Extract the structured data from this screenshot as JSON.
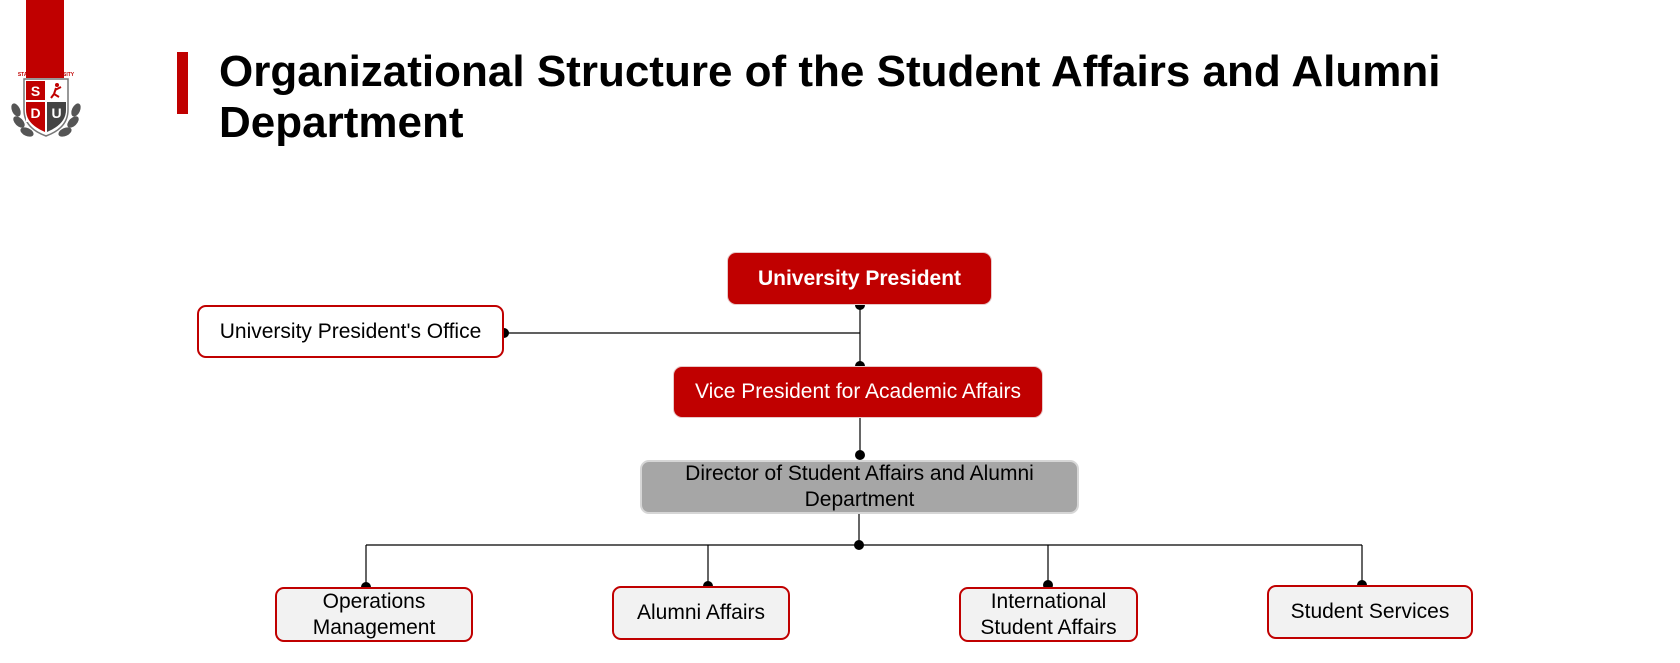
{
  "logo": {
    "university_name": "STARDOM UNIVERSITY",
    "letters": [
      "S",
      "D",
      "U"
    ],
    "brand_color": "#c00000"
  },
  "title": "Organizational Structure of the Student Affairs and Alumni Department",
  "org_chart": {
    "president": "University President",
    "president_office": "University President's Office",
    "vice_president": "Vice President for Academic Affairs",
    "director": "Director of Student Affairs and Alumni Department",
    "units": [
      "Operations Management",
      "Alumni Affairs",
      "International Student Affairs",
      "Student Services"
    ]
  },
  "colors": {
    "accent_red": "#c00000",
    "director_gray": "#a6a6a6",
    "unit_fill": "#f2f2f2"
  }
}
